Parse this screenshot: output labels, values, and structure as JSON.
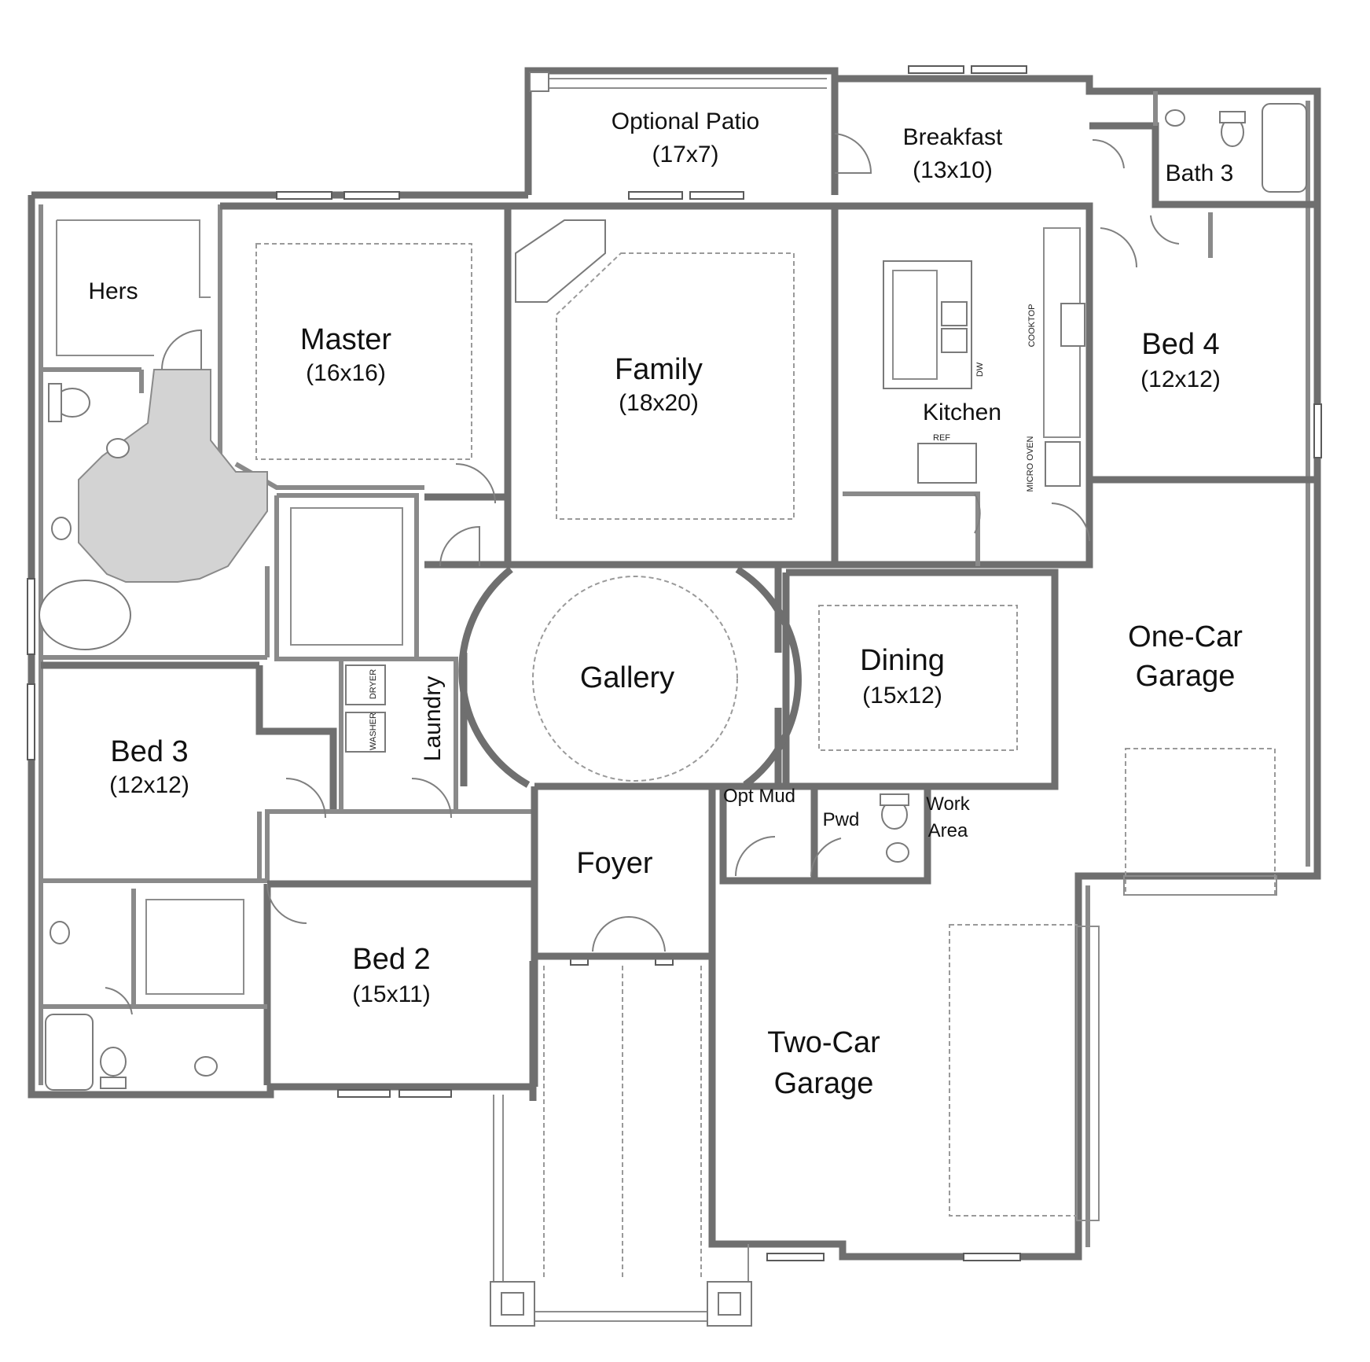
{
  "rooms": {
    "patio": {
      "name": "Optional Patio",
      "dim": "(17x7)"
    },
    "breakfast": {
      "name": "Breakfast",
      "dim": "(13x10)"
    },
    "bath3": {
      "name": "Bath 3"
    },
    "hers": {
      "name": "Hers"
    },
    "master": {
      "name": "Master",
      "dim": "(16x16)"
    },
    "family": {
      "name": "Family",
      "dim": "(18x20)"
    },
    "kitchen": {
      "name": "Kitchen"
    },
    "bed4": {
      "name": "Bed 4",
      "dim": "(12x12)"
    },
    "gallery": {
      "name": "Gallery"
    },
    "dining": {
      "name": "Dining",
      "dim": "(15x12)"
    },
    "one_car": {
      "line1": "One-Car",
      "line2": "Garage"
    },
    "bed3": {
      "name": "Bed 3",
      "dim": "(12x12)"
    },
    "laundry": {
      "name": "Laundry"
    },
    "opt_mud": {
      "name": "Opt Mud"
    },
    "pwd": {
      "name": "Pwd"
    },
    "work_area": {
      "line1": "Work",
      "line2": "Area"
    },
    "foyer": {
      "name": "Foyer"
    },
    "bed2": {
      "name": "Bed 2",
      "dim": "(15x11)"
    },
    "two_car": {
      "line1": "Two-Car",
      "line2": "Garage"
    }
  },
  "appliances": {
    "dryer": "DRYER",
    "washer": "WASHER",
    "cooktop": "COOKTOP",
    "dw": "DW",
    "ref": "REF",
    "micro_oven": "MICRO OVEN"
  }
}
